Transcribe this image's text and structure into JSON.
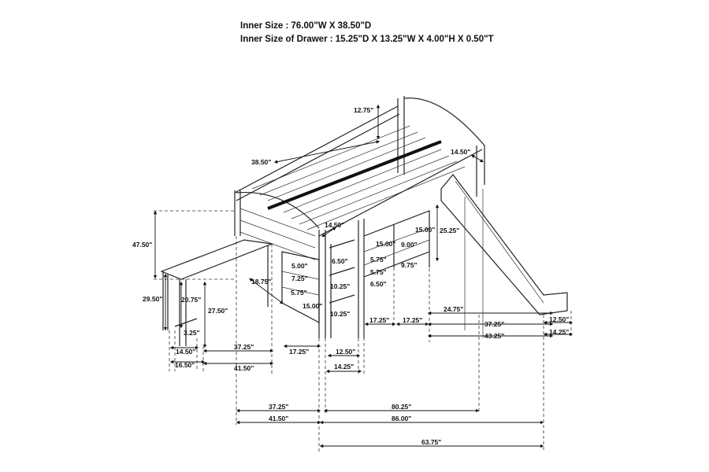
{
  "header": {
    "inner_size": "Inner Size : 76.00\"W  X  38.50\"D",
    "drawer_size": "Inner Size of Drawer : 15.25\"D X 13.25\"W X 4.00\"H X 0.50\"T"
  },
  "dims": {
    "top_rail": "12.75\"",
    "bed_depth": "38.50\"",
    "right_post": "14.50\"",
    "left_post": "14.50\"",
    "overall_height": "47.50\"",
    "shelf_height": "25.25\"",
    "shelf_depth_a": "15.00\"",
    "shelf_depth_b": "15.00\"",
    "shelf_gap": "9.00\"",
    "drawer_a": "5.75\"",
    "shelf_lower": "9.75\"",
    "drawer_b": "5.75\"",
    "drawer_c": "6.50\"",
    "ladder_top": "6.50\"",
    "ladder_mid": "10.25\"",
    "ladder_low": "10.25\"",
    "side_a": "5.00\"",
    "side_b": "7.25\"",
    "side_c": "5.75\"",
    "side_depth": "15.00\"",
    "desk_depth": "18.75\"",
    "desk_height": "29.50\"",
    "desk_leg_inner": "20.75\"",
    "desk_clear": "27.50\"",
    "desk_rail": "3.25\"",
    "desk_leg_w1": "14.50\"",
    "desk_leg_w2": "16.50\"",
    "desk_w1": "37.25\"",
    "desk_w2": "41.50\"",
    "side_w": "17.25\"",
    "ladder_w1": "12.50\"",
    "ladder_w2": "14.25\"",
    "bay_w1": "17.25\"",
    "bay_w2": "17.25\"",
    "slide_a": "24.75\"",
    "slide_b": "37.25\"",
    "slide_c": "43.25\"",
    "slide_end_w1": "12.50\"",
    "slide_end_w2": "14.25\"",
    "bottom_desk1": "37.25\"",
    "bottom_desk2": "41.50\"",
    "bed_len1": "80.25\"",
    "bed_len2": "86.00\"",
    "slide_total": "63.75\""
  }
}
